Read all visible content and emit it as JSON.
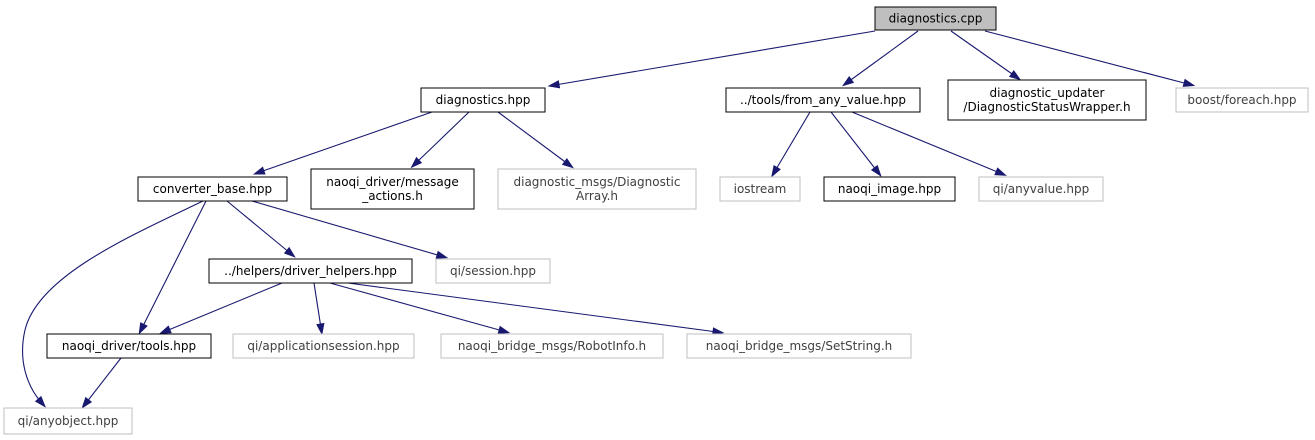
{
  "graph": {
    "nodes": [
      {
        "id": "diagnostics_cpp",
        "lines": [
          "diagnostics.cpp"
        ],
        "kind": "root"
      },
      {
        "id": "diagnostics_hpp",
        "lines": [
          "diagnostics.hpp"
        ],
        "kind": "documented"
      },
      {
        "id": "from_any_value",
        "lines": [
          "../tools/from_any_value.hpp"
        ],
        "kind": "documented"
      },
      {
        "id": "diag_updater",
        "lines": [
          "diagnostic_updater",
          "/DiagnosticStatusWrapper.h"
        ],
        "kind": "documented"
      },
      {
        "id": "boost_foreach",
        "lines": [
          "boost/foreach.hpp"
        ],
        "kind": "external"
      },
      {
        "id": "converter_base",
        "lines": [
          "converter_base.hpp"
        ],
        "kind": "documented"
      },
      {
        "id": "message_actions",
        "lines": [
          "naoqi_driver/message",
          "_actions.h"
        ],
        "kind": "documented"
      },
      {
        "id": "diag_array",
        "lines": [
          "diagnostic_msgs/Diagnostic",
          "Array.h"
        ],
        "kind": "external"
      },
      {
        "id": "iostream",
        "lines": [
          "iostream"
        ],
        "kind": "external"
      },
      {
        "id": "naoqi_image",
        "lines": [
          "naoqi_image.hpp"
        ],
        "kind": "documented"
      },
      {
        "id": "qi_anyvalue",
        "lines": [
          "qi/anyvalue.hpp"
        ],
        "kind": "external"
      },
      {
        "id": "driver_helpers",
        "lines": [
          "../helpers/driver_helpers.hpp"
        ],
        "kind": "documented"
      },
      {
        "id": "qi_session",
        "lines": [
          "qi/session.hpp"
        ],
        "kind": "external"
      },
      {
        "id": "tools_hpp",
        "lines": [
          "naoqi_driver/tools.hpp"
        ],
        "kind": "documented"
      },
      {
        "id": "qi_appsession",
        "lines": [
          "qi/applicationsession.hpp"
        ],
        "kind": "external"
      },
      {
        "id": "robot_info",
        "lines": [
          "naoqi_bridge_msgs/RobotInfo.h"
        ],
        "kind": "external"
      },
      {
        "id": "set_string",
        "lines": [
          "naoqi_bridge_msgs/SetString.h"
        ],
        "kind": "external"
      },
      {
        "id": "qi_anyobject",
        "lines": [
          "qi/anyobject.hpp"
        ],
        "kind": "external"
      }
    ],
    "edges": [
      {
        "from": "diagnostics_cpp",
        "to": "diagnostics_hpp"
      },
      {
        "from": "diagnostics_cpp",
        "to": "from_any_value"
      },
      {
        "from": "diagnostics_cpp",
        "to": "diag_updater"
      },
      {
        "from": "diagnostics_cpp",
        "to": "boost_foreach"
      },
      {
        "from": "diagnostics_hpp",
        "to": "converter_base"
      },
      {
        "from": "diagnostics_hpp",
        "to": "message_actions"
      },
      {
        "from": "diagnostics_hpp",
        "to": "diag_array"
      },
      {
        "from": "from_any_value",
        "to": "iostream"
      },
      {
        "from": "from_any_value",
        "to": "naoqi_image"
      },
      {
        "from": "from_any_value",
        "to": "qi_anyvalue"
      },
      {
        "from": "converter_base",
        "to": "driver_helpers"
      },
      {
        "from": "converter_base",
        "to": "qi_session"
      },
      {
        "from": "converter_base",
        "to": "tools_hpp"
      },
      {
        "from": "converter_base",
        "to": "qi_anyobject"
      },
      {
        "from": "driver_helpers",
        "to": "tools_hpp"
      },
      {
        "from": "driver_helpers",
        "to": "qi_appsession"
      },
      {
        "from": "driver_helpers",
        "to": "robot_info"
      },
      {
        "from": "driver_helpers",
        "to": "set_string"
      },
      {
        "from": "tools_hpp",
        "to": "qi_anyobject"
      }
    ]
  }
}
